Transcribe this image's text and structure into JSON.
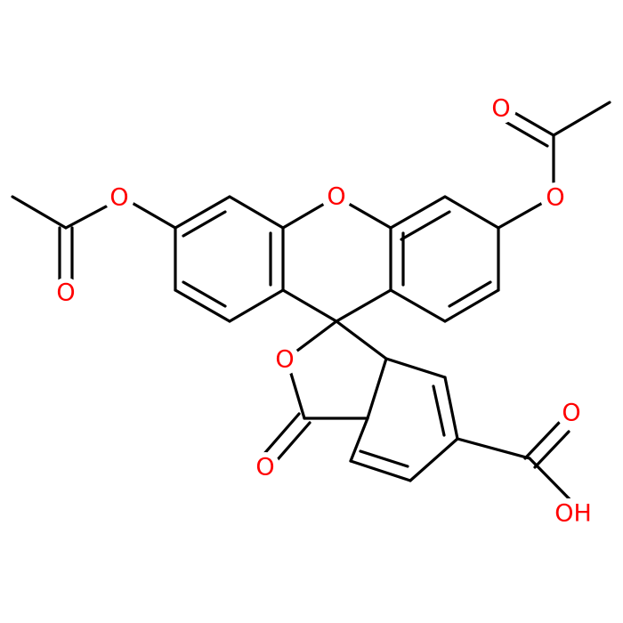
{
  "colors": {
    "bond": "#000000",
    "heteroatom_O": "#ff0000",
    "background": "#ffffff"
  },
  "atoms": {
    "xanthene_O": "O",
    "left_ester_O": "O",
    "left_carbonyl_O": "O",
    "right_ester_O": "O",
    "right_carbonyl_O": "O",
    "lactone_O": "O",
    "lactone_carbonyl_O": "O",
    "acid_carbonyl_O": "O",
    "acid_OH": "OH"
  }
}
